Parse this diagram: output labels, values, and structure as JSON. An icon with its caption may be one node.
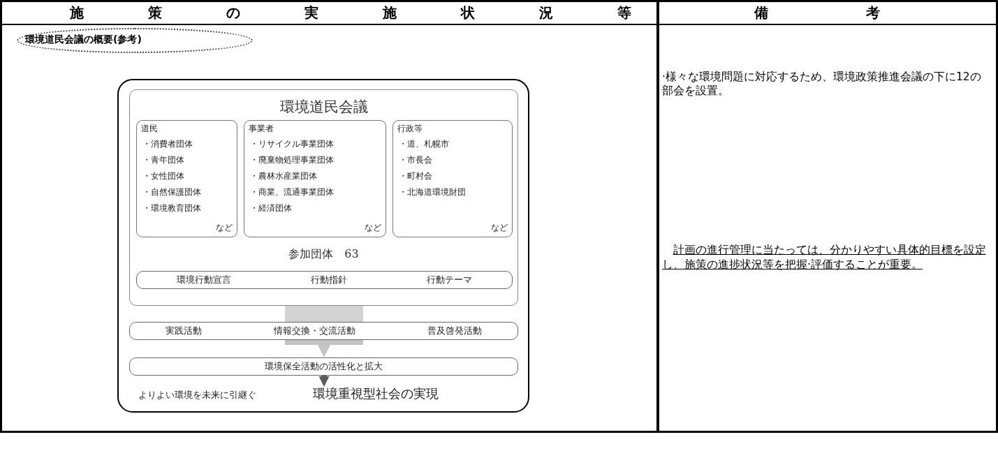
{
  "diagram": {
    "nodes": [
      {
        "text": [
          "環境道民会議の概要(参考)"
        ]
      },
      {
        "text": [],
        "shape": "box"
      },
      {
        "text": [
          "環境道民会議",
          "参加団体　63"
        ],
        "in": 1
      },
      {
        "text": [
          "道民",
          "・消費者団体",
          "・青年団体",
          "・女性団体",
          "・自然保護団体",
          "・環境教育団体",
          "など"
        ],
        "in": 2
      },
      {
        "text": [
          "事業者",
          "・リサイクル事業団体",
          "・廃棄物処理事業団体",
          "・農林水産業団体",
          "・商業、流通事業団体",
          "・経済団体",
          "など"
        ],
        "in": 2
      },
      {
        "text": [
          "行政等",
          "・道、札幌市",
          "・市長会",
          "・町村会",
          "・北海道環境財団",
          "など"
        ],
        "in": 2
      },
      {
        "text": [
          "環境行動宣言",
          "行動指針",
          "行動テーマ"
        ],
        "in": 2
      },
      {
        "text": [
          "実践活動",
          "情報交換・交流活動",
          "普及啓発活動"
        ],
        "in": 1
      },
      {
        "text": [
          "環境保全活動の活性化と拡大"
        ],
        "in": 1
      },
      {
        "text": [
          "よりよい環境を未来に引継ぐ",
          "環境重視型社会の実現"
        ],
        "in": 1
      }
    ],
    "edges": [
      {
        "from": 2,
        "to": 7,
        "arrow": "none",
        "color": "#d2d2d2"
      },
      {
        "from": 7,
        "to": 8,
        "arrow": "to",
        "color": "#c4c4c4"
      },
      {
        "from": 8,
        "to": 9,
        "arrow": "to",
        "color": "#5a5a5a"
      }
    ],
    "labels": [
      "施策の実施状況等",
      "備考",
      "·様々な環境問題に対応するため、環境政策推進会議の下に12の部会を設置。",
      "計画の進行管理に当たっては、分かりやすい具体的目標を設定し、施策の進捗状況等を把握·評価することが重要。"
    ]
  }
}
